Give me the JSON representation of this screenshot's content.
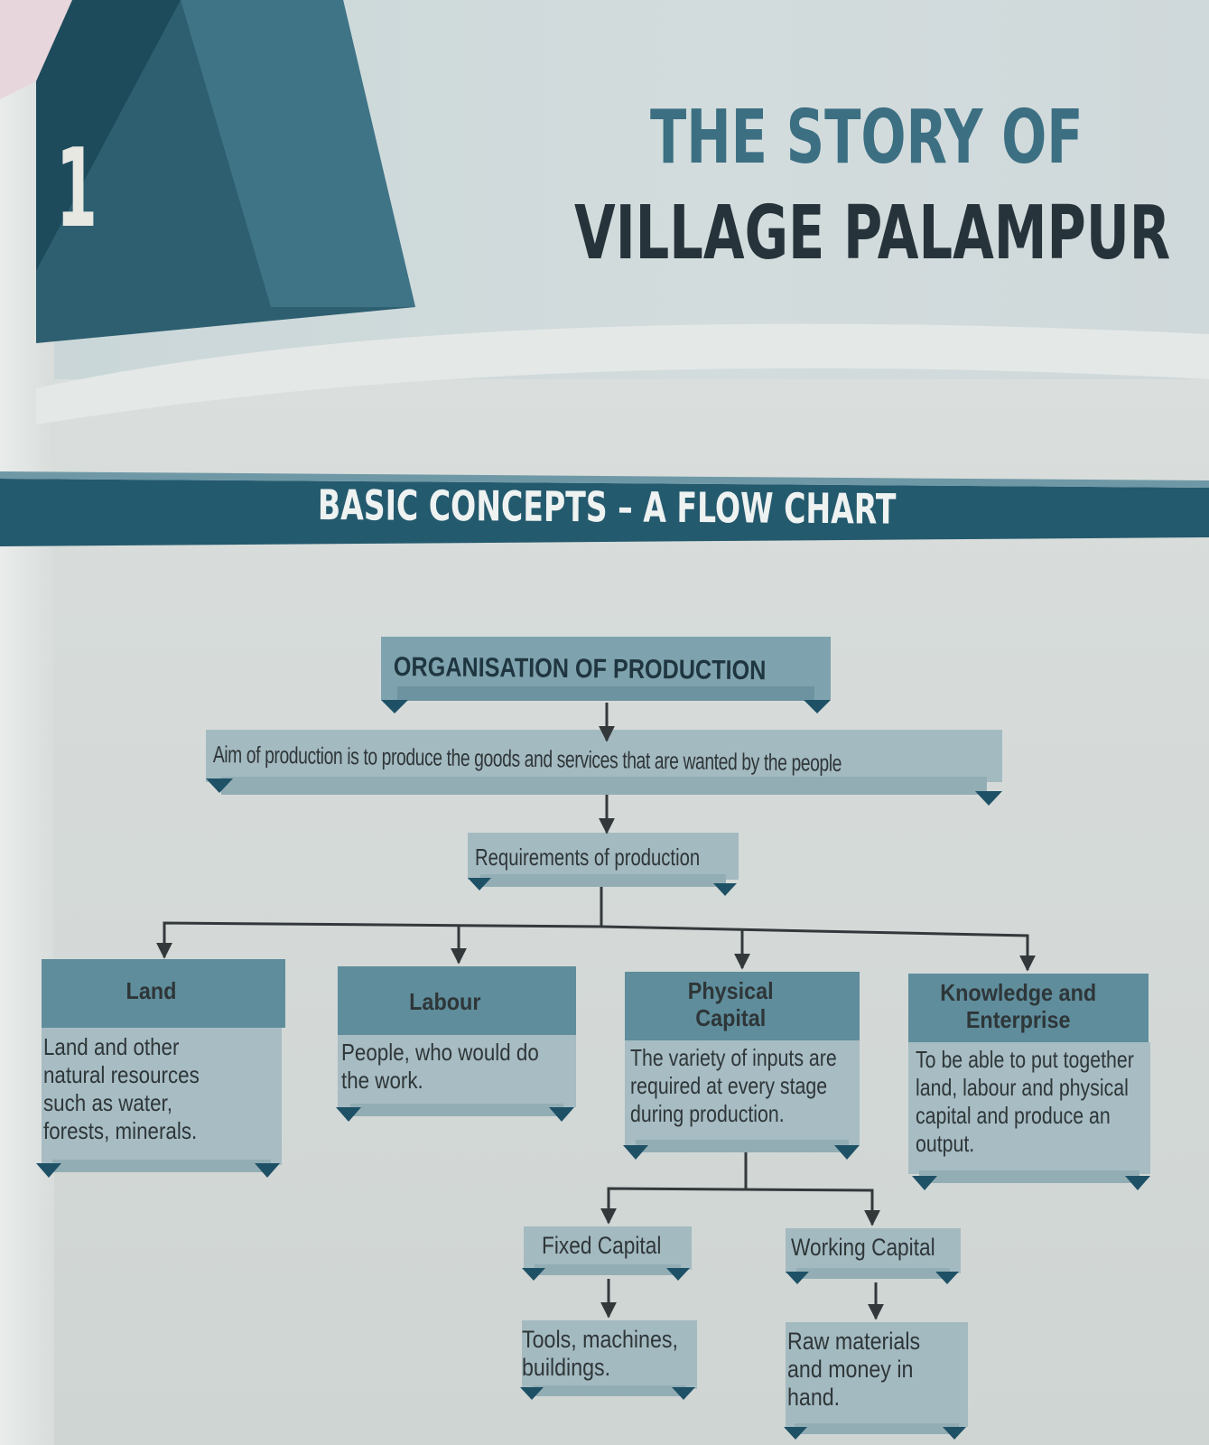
{
  "chapter": {
    "number": "1",
    "title_line1": "THE STORY OF",
    "title_line2": "VILLAGE PALAMPUR"
  },
  "section": {
    "banner": "BASIC CONCEPTS – A FLOW CHART"
  },
  "flowchart": {
    "root": "ORGANISATION OF PRODUCTION",
    "aim": "Aim of production is to produce the goods and services that are wanted by the people",
    "requirements": "Requirements of production",
    "factors": [
      {
        "title": "Land",
        "description": "Land and other natural resources such as water, forests, minerals."
      },
      {
        "title": "Labour",
        "description": "People, who would do the work."
      },
      {
        "title": "Physical Capital",
        "description": "The variety of inputs are required at every stage during production."
      },
      {
        "title": "Knowledge and Enterprise",
        "description": "To be able to put together land, labour and physical capital and produce an output."
      }
    ],
    "capital_types": [
      {
        "title": "Fixed Capital",
        "description": "Tools, machines, buildings."
      },
      {
        "title": "Working Capital",
        "description": "Raw materials and money in hand."
      }
    ]
  },
  "colors": {
    "dark_teal": "#1e5166",
    "mid_teal": "#5b8a9a",
    "light_box": "#a7bcc3",
    "arrow": "#33393b"
  }
}
